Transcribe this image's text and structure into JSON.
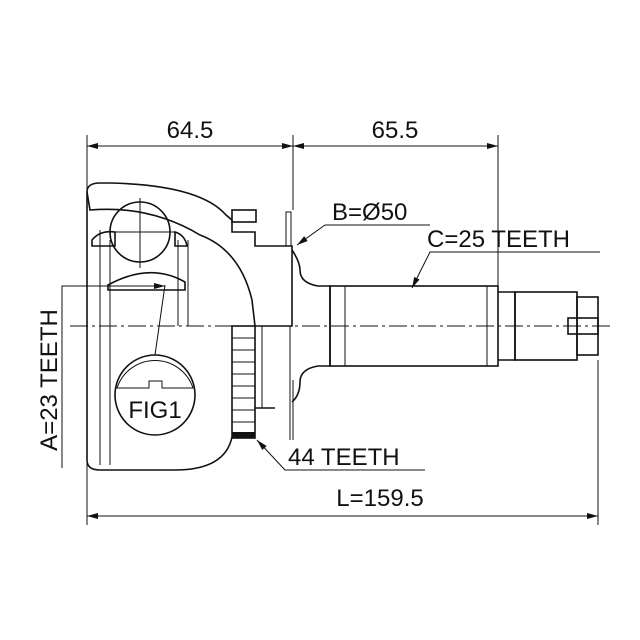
{
  "dimensions": {
    "housing_length": "64.5",
    "shaft_length": "65.5",
    "total_length": "L=159.5",
    "seal_diameter": "B=Ø50",
    "shaft_teeth": "C=25 TEETH",
    "inner_teeth": "A=23 TEETH",
    "abs_teeth": "44 TEETH"
  },
  "figure_label": "FIG1"
}
